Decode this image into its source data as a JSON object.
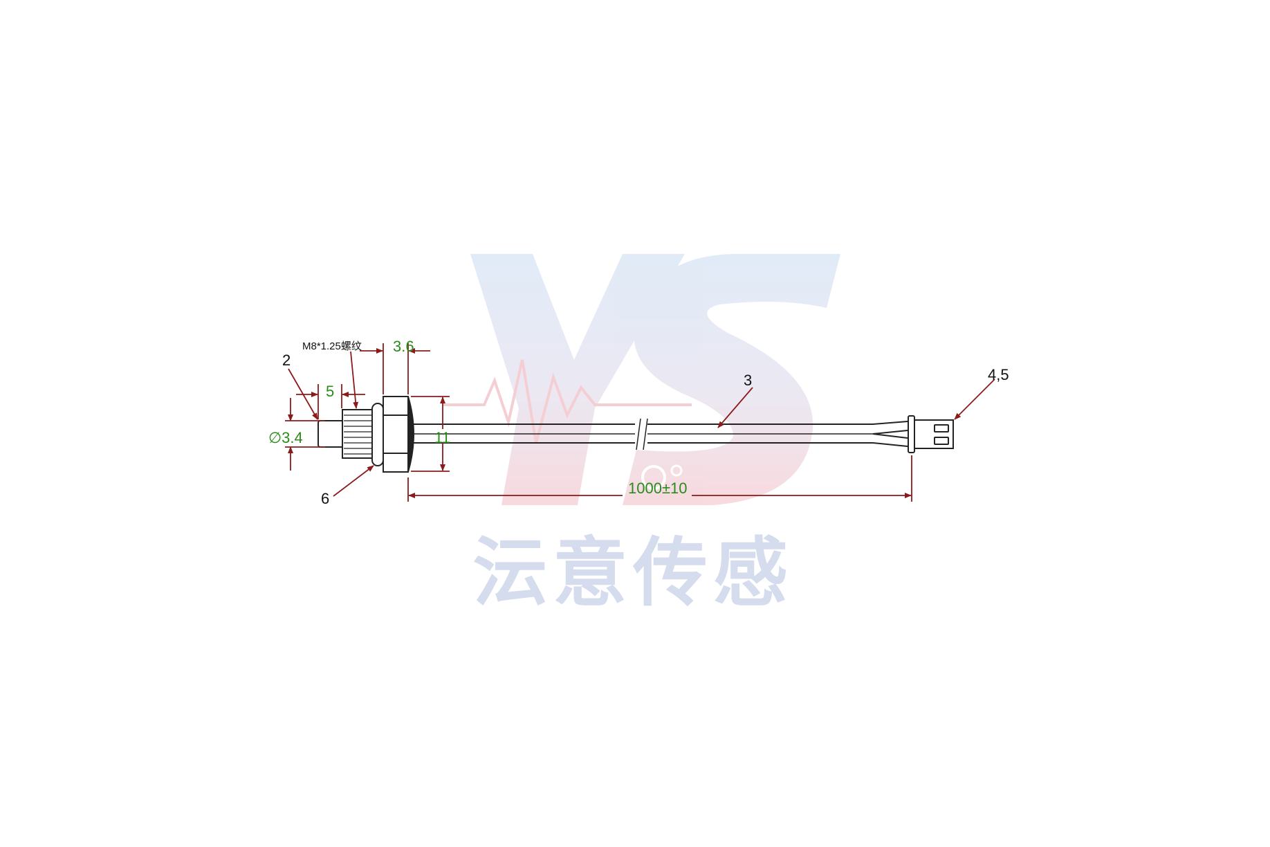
{
  "drawing": {
    "labels": {
      "tip": "2",
      "cable": "3",
      "connector": "4,5",
      "oring": "6"
    },
    "thread_note": "M8*1.25螺纹",
    "dims": {
      "diameter": "∅3.4",
      "tip_length": "5",
      "hex_thickness": "3.6",
      "hex_size": "11",
      "cable_length": "1000±10"
    }
  },
  "watermark": {
    "logo": "YS",
    "company": "沄意传感"
  },
  "colors": {
    "dim_line": "#8b1a1a",
    "dim_text": "#2a8a1a",
    "outline": "#222222"
  }
}
